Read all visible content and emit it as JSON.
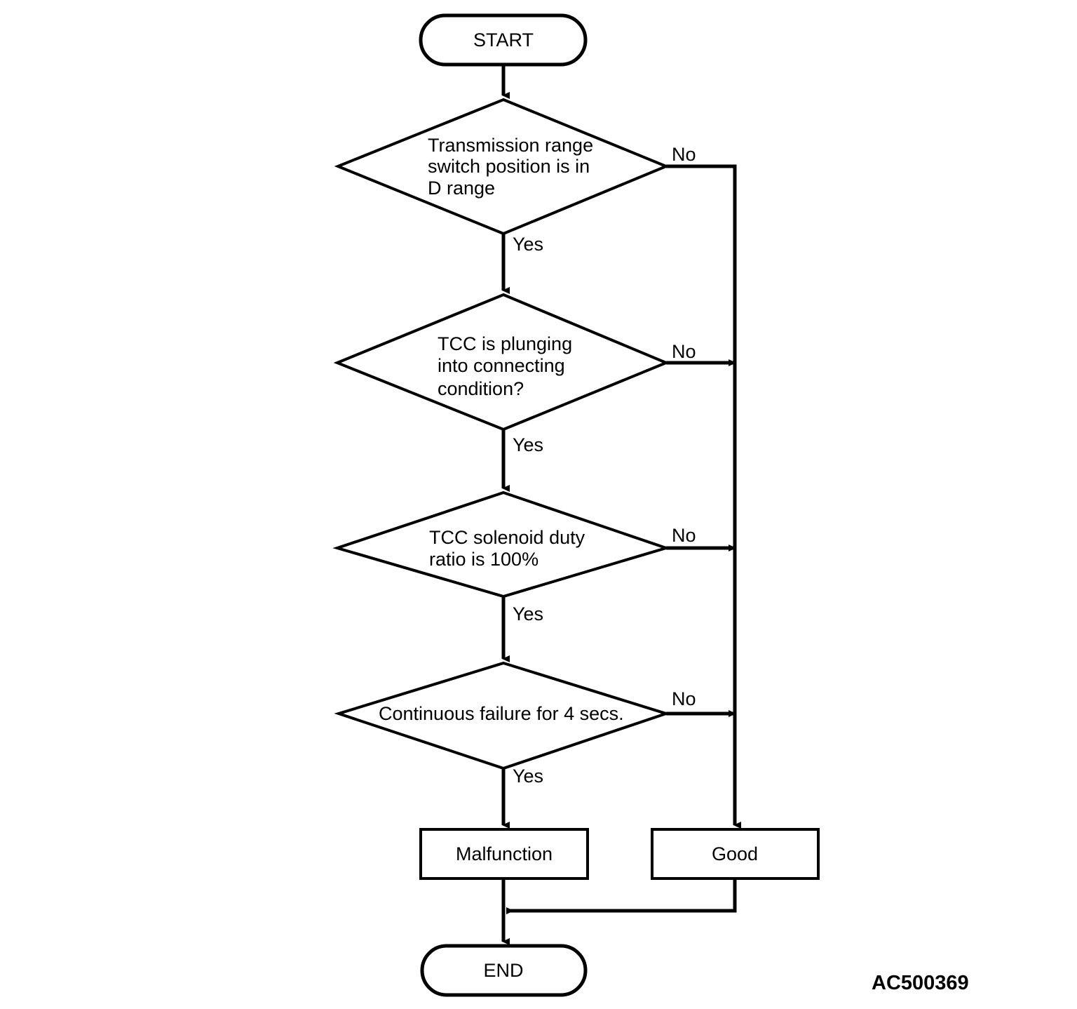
{
  "diagram": {
    "title_code": "AC500369",
    "type": "flowchart",
    "orientation": "vertical",
    "background_color": "#ffffff",
    "line_color": "#000000"
  },
  "nodes": {
    "start": {
      "label": "START",
      "shape": "terminal"
    },
    "decision1": {
      "shape": "decision",
      "line1": "Transmission range",
      "line2": "switch position is in",
      "line3": "D range"
    },
    "decision2": {
      "shape": "decision",
      "line1": "TCC is plunging",
      "line2": "into connecting",
      "line3": "condition?"
    },
    "decision3": {
      "shape": "decision",
      "line1": "TCC solenoid duty",
      "line2": "ratio is 100%",
      "line3": ""
    },
    "decision4": {
      "shape": "decision",
      "line1": "Continuous failure for 4 secs.",
      "line2": "",
      "line3": ""
    },
    "malfunction": {
      "label": "Malfunction",
      "shape": "process"
    },
    "good": {
      "label": "Good",
      "shape": "process"
    },
    "end": {
      "label": "END",
      "shape": "terminal"
    }
  },
  "edges": {
    "d1_no": "No",
    "d1_yes": "Yes",
    "d2_no": "No",
    "d2_yes": "Yes",
    "d3_no": "No",
    "d3_yes": "Yes",
    "d4_no": "No",
    "d4_yes": "Yes"
  }
}
